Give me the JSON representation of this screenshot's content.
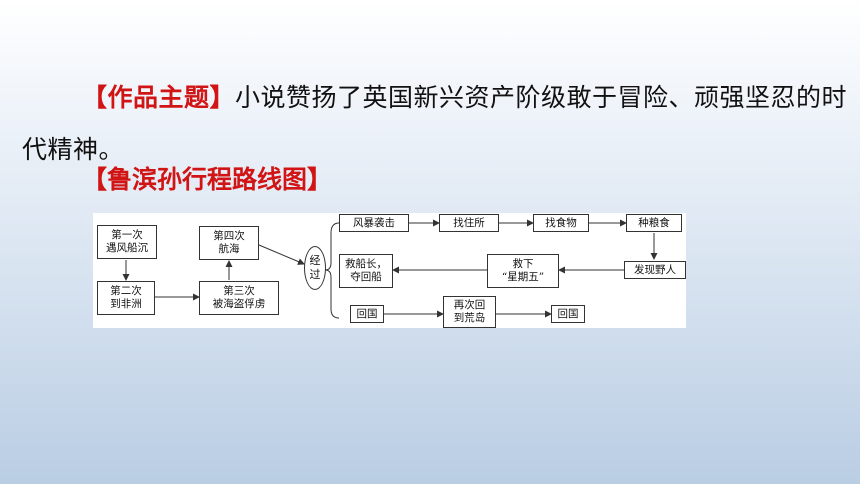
{
  "theme": {
    "label": "【作品主题】",
    "text": "小说赞扬了英国新兴资产阶级敢于冒险、顽强坚忍的时代精神。"
  },
  "route": {
    "title": "【鲁滨孙行程路线图】"
  },
  "diagram": {
    "voyages": {
      "v1": [
        "第一次",
        "遇风船沉"
      ],
      "v2": [
        "第二次",
        "到非洲"
      ],
      "v3": [
        "第三次",
        "被海盗俘虏"
      ],
      "v4": [
        "第四次",
        "航海"
      ]
    },
    "hub": [
      "经",
      "过"
    ],
    "row1": [
      "风暴袭击",
      "找住所",
      "找食物",
      "种粮食"
    ],
    "row2": {
      "rescue_captain": [
        "救船长，",
        "夺回船"
      ],
      "save_friday": [
        "救下",
        "“星期五”"
      ],
      "find_savage": "发现野人"
    },
    "row3": {
      "return_home": "回国",
      "back_to_island": [
        "再次回",
        "到荒岛"
      ],
      "return_home_again": "回国"
    }
  }
}
